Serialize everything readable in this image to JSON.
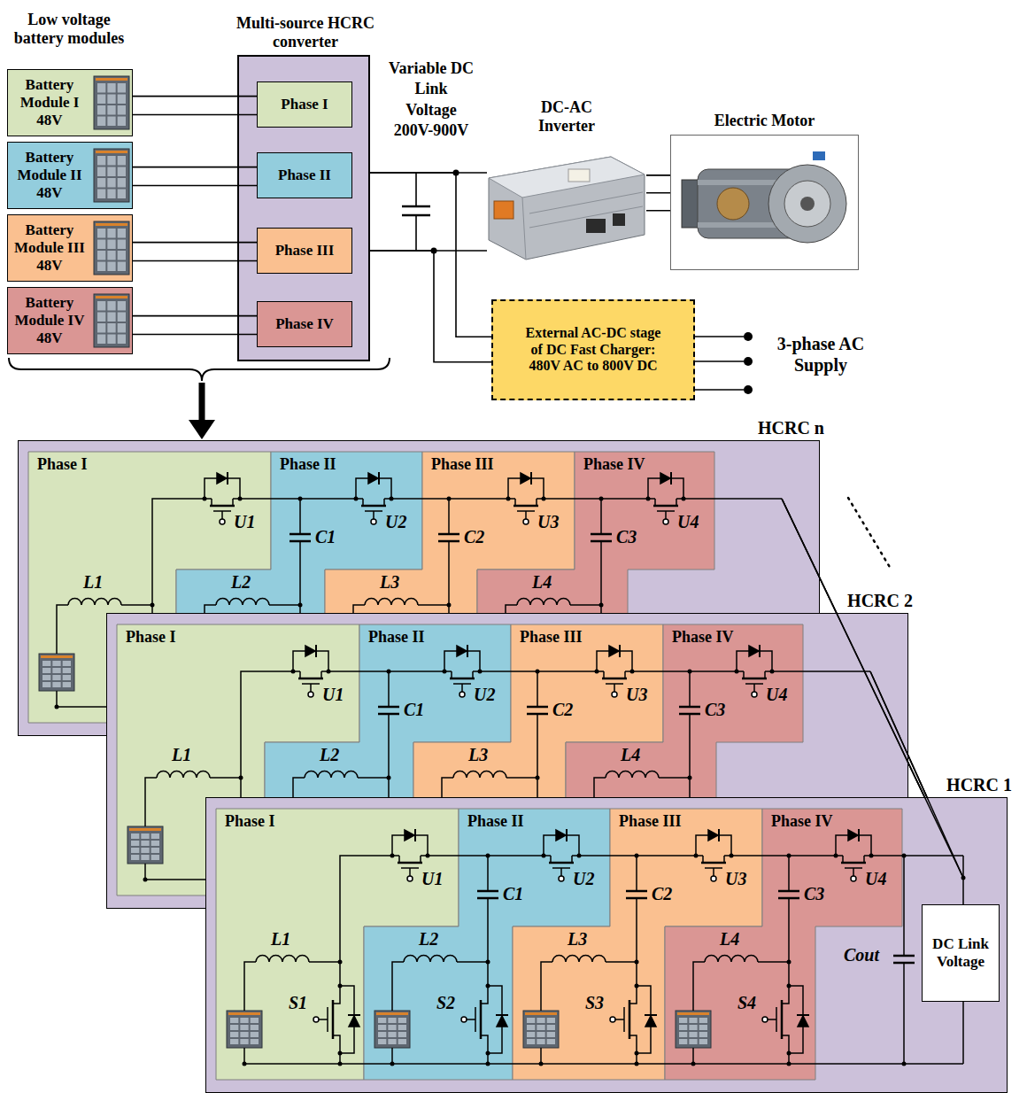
{
  "diagram": {
    "nodes": [
      {
        "text": [
          "Battery Module I 48V"
        ]
      },
      {
        "text": [
          "Battery Module II 48V"
        ]
      },
      {
        "text": [
          "Battery Module III 48V"
        ]
      },
      {
        "text": [
          "Battery Module IV 48V"
        ]
      },
      {
        "text": [
          "Multi-source HCRC converter"
        ]
      },
      {
        "text": [
          "Phase I"
        ],
        "in": 4
      },
      {
        "text": [
          "Phase II"
        ],
        "in": 4
      },
      {
        "text": [
          "Phase III"
        ],
        "in": 4
      },
      {
        "text": [
          "Phase IV"
        ],
        "in": 4
      },
      {
        "text": [
          "DC-AC Inverter"
        ]
      },
      {
        "text": [
          "Electric Motor"
        ]
      },
      {
        "text": [
          "External AC-DC stage of DC Fast Charger: 480V AC to 800V DC"
        ]
      },
      {
        "text": [
          "HCRC n"
        ]
      },
      {
        "text": [
          "Phase I"
        ],
        "in": 12
      },
      {
        "text": [
          "Phase II"
        ],
        "in": 12
      },
      {
        "text": [
          "Phase III"
        ],
        "in": 12
      },
      {
        "text": [
          "Phase IV"
        ],
        "in": 12
      },
      {
        "text": [
          "HCRC 2"
        ]
      },
      {
        "text": [
          "Phase I"
        ],
        "in": 17
      },
      {
        "text": [
          "Phase II"
        ],
        "in": 17
      },
      {
        "text": [
          "Phase III"
        ],
        "in": 17
      },
      {
        "text": [
          "Phase IV"
        ],
        "in": 17
      },
      {
        "text": [
          "HCRC 1"
        ]
      },
      {
        "text": [
          "Phase I"
        ],
        "in": 22
      },
      {
        "text": [
          "Phase II"
        ],
        "in": 22
      },
      {
        "text": [
          "Phase III"
        ],
        "in": 22
      },
      {
        "text": [
          "Phase IV"
        ],
        "in": 22
      },
      {
        "text": [
          "DC Link Voltage"
        ],
        "in": 22
      }
    ],
    "edges": [
      {
        "from": 0,
        "to": 5,
        "arrow": "none"
      },
      {
        "from": 1,
        "to": 6,
        "arrow": "none"
      },
      {
        "from": 2,
        "to": 7,
        "arrow": "none"
      },
      {
        "from": 3,
        "to": 8,
        "arrow": "none"
      },
      {
        "from": 4,
        "to": 9,
        "arrow": "none"
      },
      {
        "from": 4,
        "to": 11,
        "arrow": "none"
      },
      {
        "from": 9,
        "to": 10,
        "arrow": "none"
      }
    ],
    "labels": [
      "Low voltage battery modules",
      "Variable DC Link Voltage 200V-900V",
      "3-phase AC Supply",
      "U1",
      "U2",
      "U3",
      "U4",
      "C1",
      "C2",
      "C3",
      "L1",
      "L2",
      "L3",
      "L4",
      "U1",
      "U2",
      "U3",
      "U4",
      "C1",
      "C2",
      "C3",
      "L1",
      "L2",
      "L3",
      "L4",
      "U1",
      "U2",
      "U3",
      "U4",
      "C1",
      "C2",
      "C3",
      "L1",
      "L2",
      "L3",
      "L4",
      "S1",
      "S2",
      "S3",
      "S4",
      "Cout"
    ]
  }
}
